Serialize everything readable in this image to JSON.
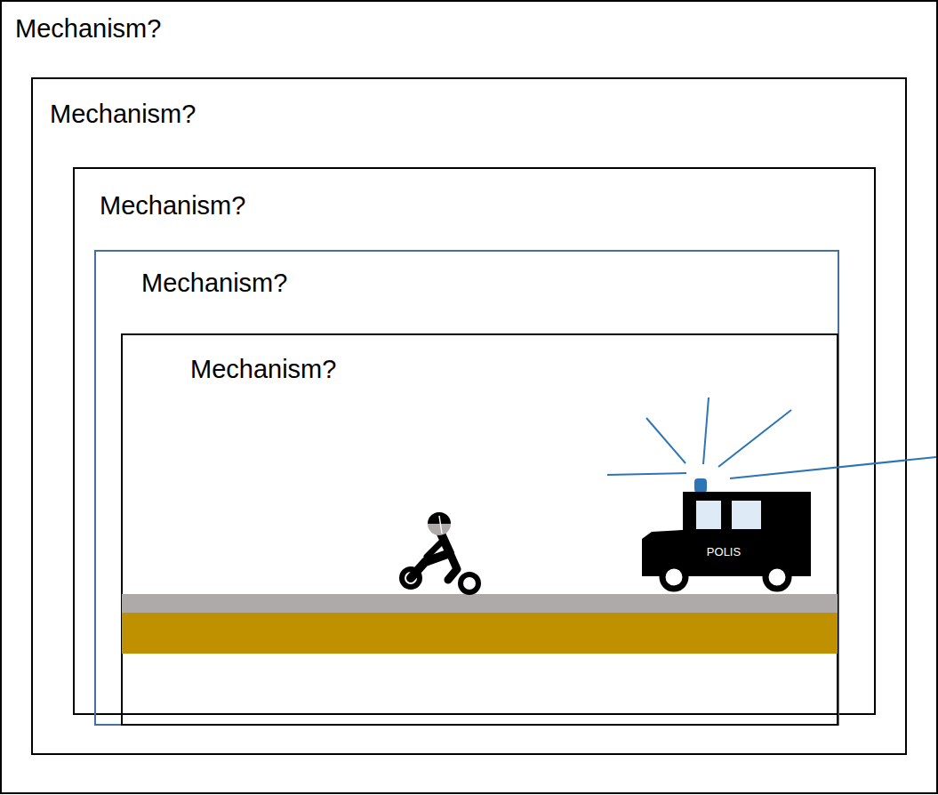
{
  "diagram": {
    "nodes": [
      {
        "text": [
          "Mechanism?"
        ]
      },
      {
        "text": [
          "Mechanism?"
        ],
        "in": 0
      },
      {
        "text": [
          "Mechanism?"
        ],
        "in": 1
      },
      {
        "text": [
          "Mechanism?"
        ],
        "in": 2
      },
      {
        "text": [
          "Mechanism?"
        ],
        "in": 3
      }
    ],
    "labels": [
      "POLIS"
    ]
  }
}
